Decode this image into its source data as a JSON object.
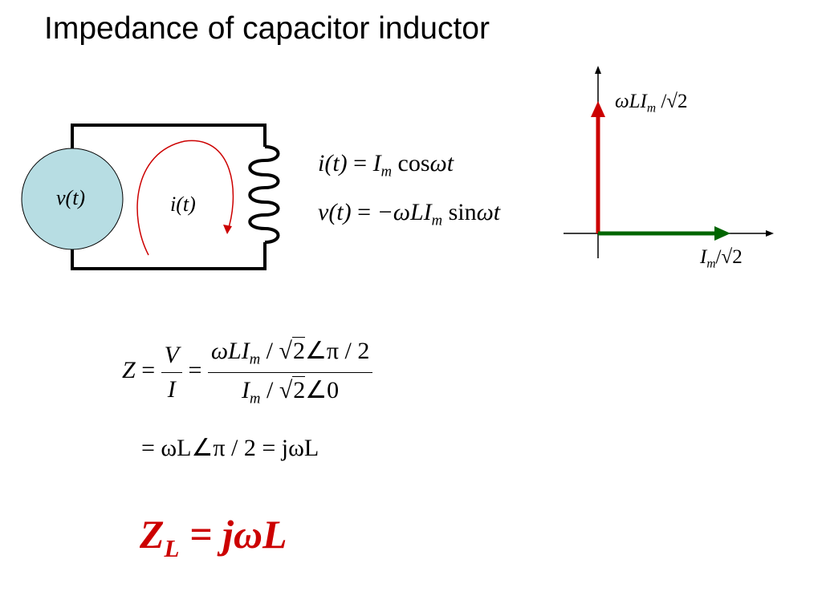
{
  "title": "Impedance of capacitor inductor",
  "circuit": {
    "source_label": "v(t)",
    "current_label": "i(t)",
    "colors": {
      "source_fill": "#b7dde3",
      "current_arrow": "#cc0000",
      "wire": "#000000"
    }
  },
  "equations": {
    "current": {
      "lhs": "i(t)",
      "rhs_symbol": "I",
      "rhs_sub": "m",
      "rhs_func": "cos",
      "rhs_arg": "ωt"
    },
    "voltage": {
      "lhs": "v(t)",
      "rhs_prefix": "−ωLI",
      "rhs_sub": "m",
      "rhs_func": "sin",
      "rhs_arg": "ωt"
    }
  },
  "phasor": {
    "voltage_label_main": "ωLI",
    "voltage_label_sub": "m",
    "voltage_label_tail": "/√2",
    "current_label_main": "I",
    "current_label_sub": "m",
    "current_label_tail": "/√2",
    "colors": {
      "voltage": "#cc0000",
      "current": "#006600",
      "axis": "#000000"
    }
  },
  "impedance": {
    "z": "Z",
    "eq1": "=",
    "frac1_num": "V",
    "frac1_den": "I",
    "eq2": "=",
    "frac2_num_main": "ωLI",
    "frac2_num_sub": "m",
    "frac2_num_slash": "/",
    "frac2_num_root": "2",
    "frac2_num_angle": "∠π / 2",
    "frac2_den_main": "I",
    "frac2_den_sub": "m",
    "frac2_den_slash": "/",
    "frac2_den_root": "2",
    "frac2_den_angle": "∠0",
    "line2": "= ωL∠π / 2 =  jωL"
  },
  "result": {
    "main": "Z",
    "sub": "L",
    "rhs": " = jωL",
    "color": "#cc0000"
  }
}
